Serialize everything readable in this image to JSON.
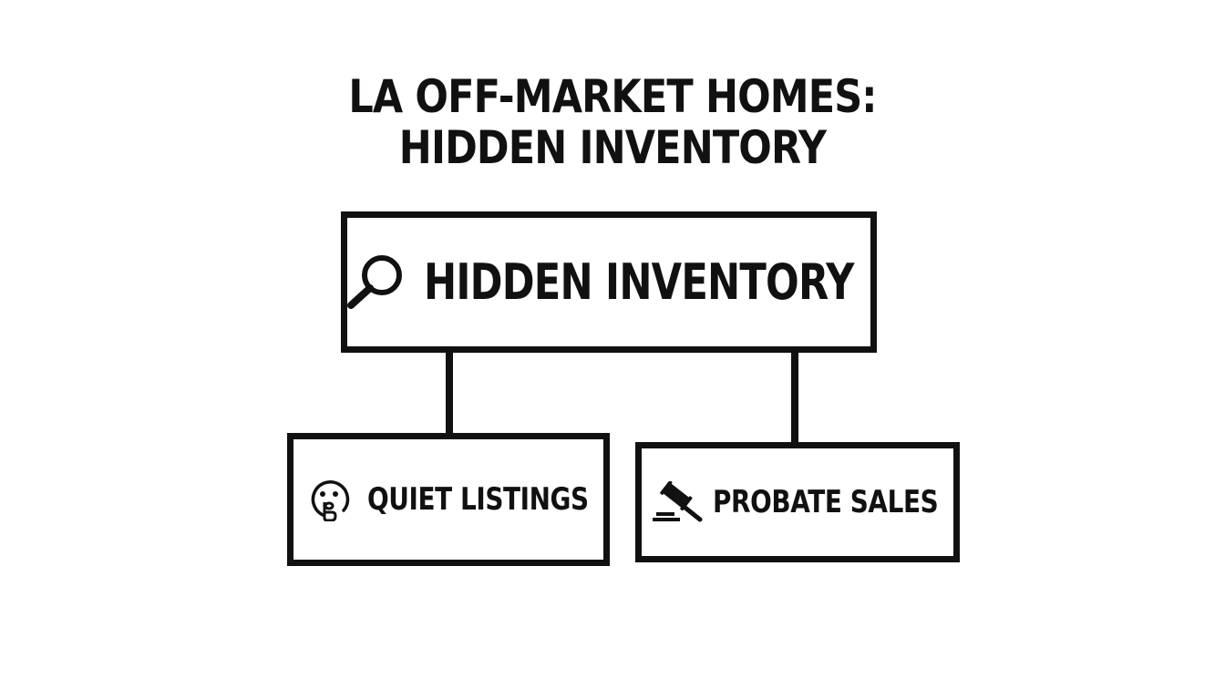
{
  "title": {
    "line1": "LA OFF-MARKET HOMES:",
    "line2": "HIDDEN INVENTORY"
  },
  "nodes": {
    "root": {
      "label": "HIDDEN INVENTORY",
      "icon": "magnifying-glass-icon"
    },
    "left": {
      "label": "QUIET LISTINGS",
      "icon": "shushing-face-icon"
    },
    "right": {
      "label": "PROBATE SALES",
      "icon": "gavel-icon"
    }
  },
  "colors": {
    "stroke": "#111111",
    "background": "#ffffff"
  }
}
